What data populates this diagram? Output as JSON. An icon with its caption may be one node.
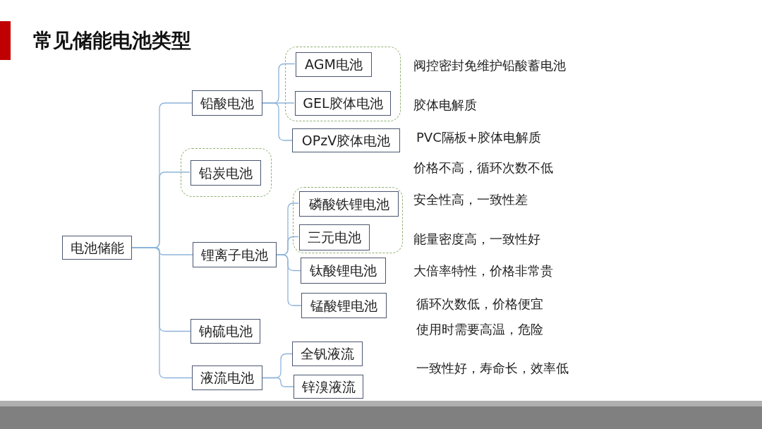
{
  "diagram": {
    "title": "常见储能电池类型",
    "nodes": [
      {
        "text": [
          "电池储能"
        ]
      },
      {
        "text": [
          "铅酸电池"
        ]
      },
      {
        "text": [],
        "shape": "box"
      },
      {
        "text": [
          "AGM电池"
        ],
        "in": 2
      },
      {
        "text": [
          "GEL胶体电池"
        ],
        "in": 2
      },
      {
        "text": [
          "OPzV胶体电池"
        ]
      },
      {
        "text": [],
        "shape": "box"
      },
      {
        "text": [
          "铅炭电池"
        ],
        "in": 6
      },
      {
        "text": [
          "锂离子电池"
        ]
      },
      {
        "text": [],
        "shape": "box"
      },
      {
        "text": [
          "磷酸铁锂电池"
        ],
        "in": 9
      },
      {
        "text": [
          "三元电池"
        ],
        "in": 9
      },
      {
        "text": [
          "钛酸锂电池"
        ]
      },
      {
        "text": [
          "锰酸锂电池"
        ]
      },
      {
        "text": [
          "钠硫电池"
        ]
      },
      {
        "text": [
          "液流电池"
        ]
      },
      {
        "text": [
          "全钒液流"
        ]
      },
      {
        "text": [
          "锌溴液流"
        ]
      }
    ],
    "edges": [
      {
        "from": 0,
        "to": 1,
        "arrow": "none"
      },
      {
        "from": 0,
        "to": 7,
        "arrow": "none"
      },
      {
        "from": 0,
        "to": 8,
        "arrow": "none"
      },
      {
        "from": 0,
        "to": 14,
        "arrow": "none"
      },
      {
        "from": 0,
        "to": 15,
        "arrow": "none"
      },
      {
        "from": 1,
        "to": 3,
        "arrow": "none"
      },
      {
        "from": 1,
        "to": 4,
        "arrow": "none"
      },
      {
        "from": 1,
        "to": 5,
        "arrow": "none"
      },
      {
        "from": 8,
        "to": 10,
        "arrow": "none"
      },
      {
        "from": 8,
        "to": 11,
        "arrow": "none"
      },
      {
        "from": 8,
        "to": 12,
        "arrow": "none"
      },
      {
        "from": 8,
        "to": 13,
        "arrow": "none"
      },
      {
        "from": 15,
        "to": 16,
        "arrow": "none"
      },
      {
        "from": 15,
        "to": 17,
        "arrow": "none"
      }
    ],
    "labels": [
      "阀控密封免维护铅酸蓄电池",
      "胶体电解质",
      "PVC隔板+胶体电解质",
      "价格不高，循环次数不低",
      "安全性高，一致性差",
      "能量密度高，一致性好",
      "大倍率特性，价格非常贵",
      "循环次数低，价格便宜",
      "使用时需要高温，危险",
      "一致性好，寿命长，效率低"
    ]
  }
}
